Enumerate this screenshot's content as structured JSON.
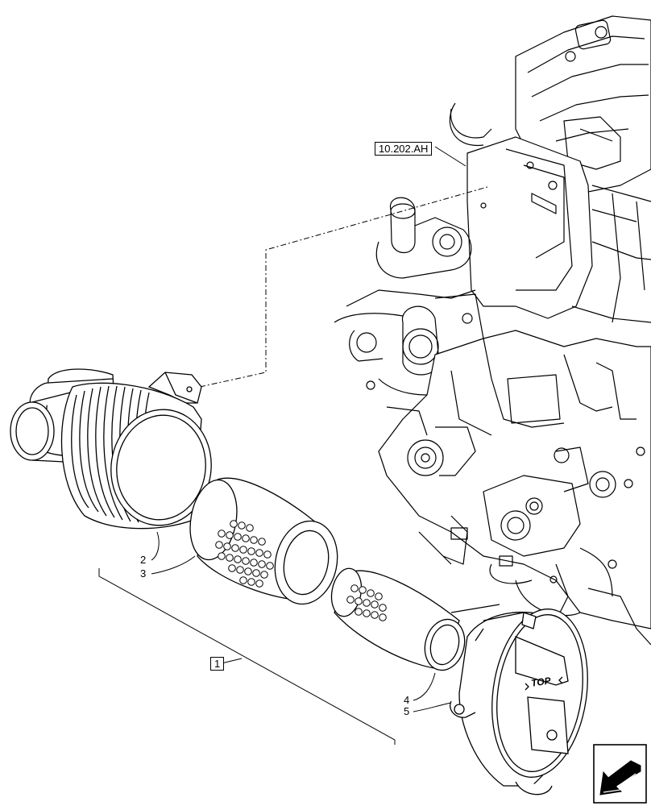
{
  "callouts": {
    "ref_section": "10.202.AH",
    "assembly": "1",
    "part_2": "2",
    "part_3": "3",
    "part_4": "4",
    "part_5": "5"
  },
  "cover_marking": "TOP",
  "icons": {
    "engine": "engine-drawing",
    "housing": "air-cleaner-housing",
    "primary_filter": "primary-filter-element",
    "safety_filter": "safety-filter-element",
    "cover": "air-cleaner-cover",
    "nav": "arrow-nav-icon"
  }
}
